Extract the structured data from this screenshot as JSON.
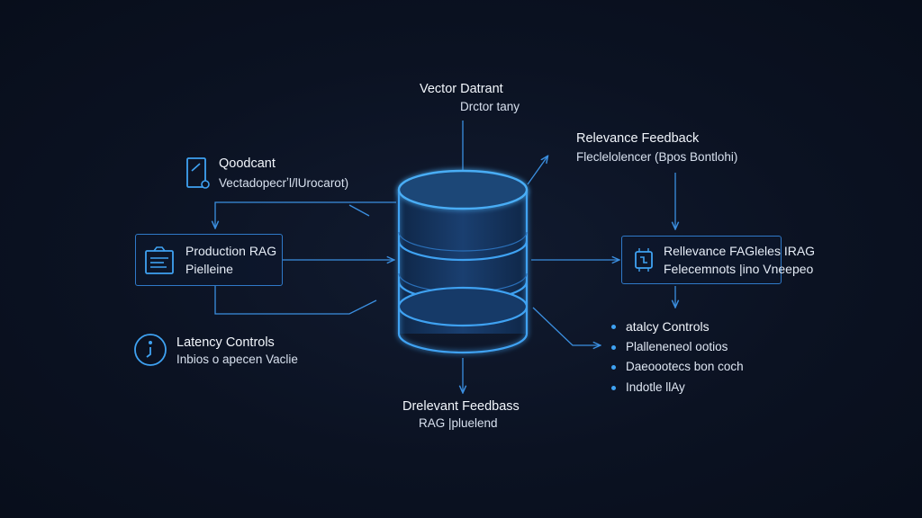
{
  "nodes": {
    "vector_db": {
      "title": "Vector Datrant",
      "subtitle": "Drctor tany"
    },
    "qdrant": {
      "title": "Qoodcant",
      "subtitle": "Vectadopecrʼl/lUrocarot)"
    },
    "production_rag": {
      "line1": "Production RAG",
      "line2": "Pielleine"
    },
    "latency_controls": {
      "title": "Latency Controls",
      "subtitle": "Inbios o apecen Vaclie"
    },
    "relevance_feedback": {
      "title": "Relevance Feedback",
      "subtitle": "Fleclelolencer (Bpos Bontlohi)"
    },
    "relevance_rag": {
      "line1": "Rellevance FAGleles IRAG",
      "line2": "Felecemnots |ino Vneepeo"
    },
    "bottom_output": {
      "title": "Drelevant Feedbass",
      "subtitle": "RAG |pluelend"
    }
  },
  "bullets": [
    "atalcy Controls",
    "Plalleneneol ootios",
    "Daeoootecs bon coch",
    "Indotle llAy"
  ],
  "colors": {
    "background": "#0b1222",
    "accent": "#3fa2f2",
    "line": "#2f79c8",
    "cylinder_fill": "#12305a"
  },
  "icons": {
    "qdrant": "document-edit-icon",
    "production_rag": "list-bag-icon",
    "latency": "stopwatch-icon",
    "relevance_rag": "chip-icon",
    "center": "database-cylinder-icon"
  }
}
